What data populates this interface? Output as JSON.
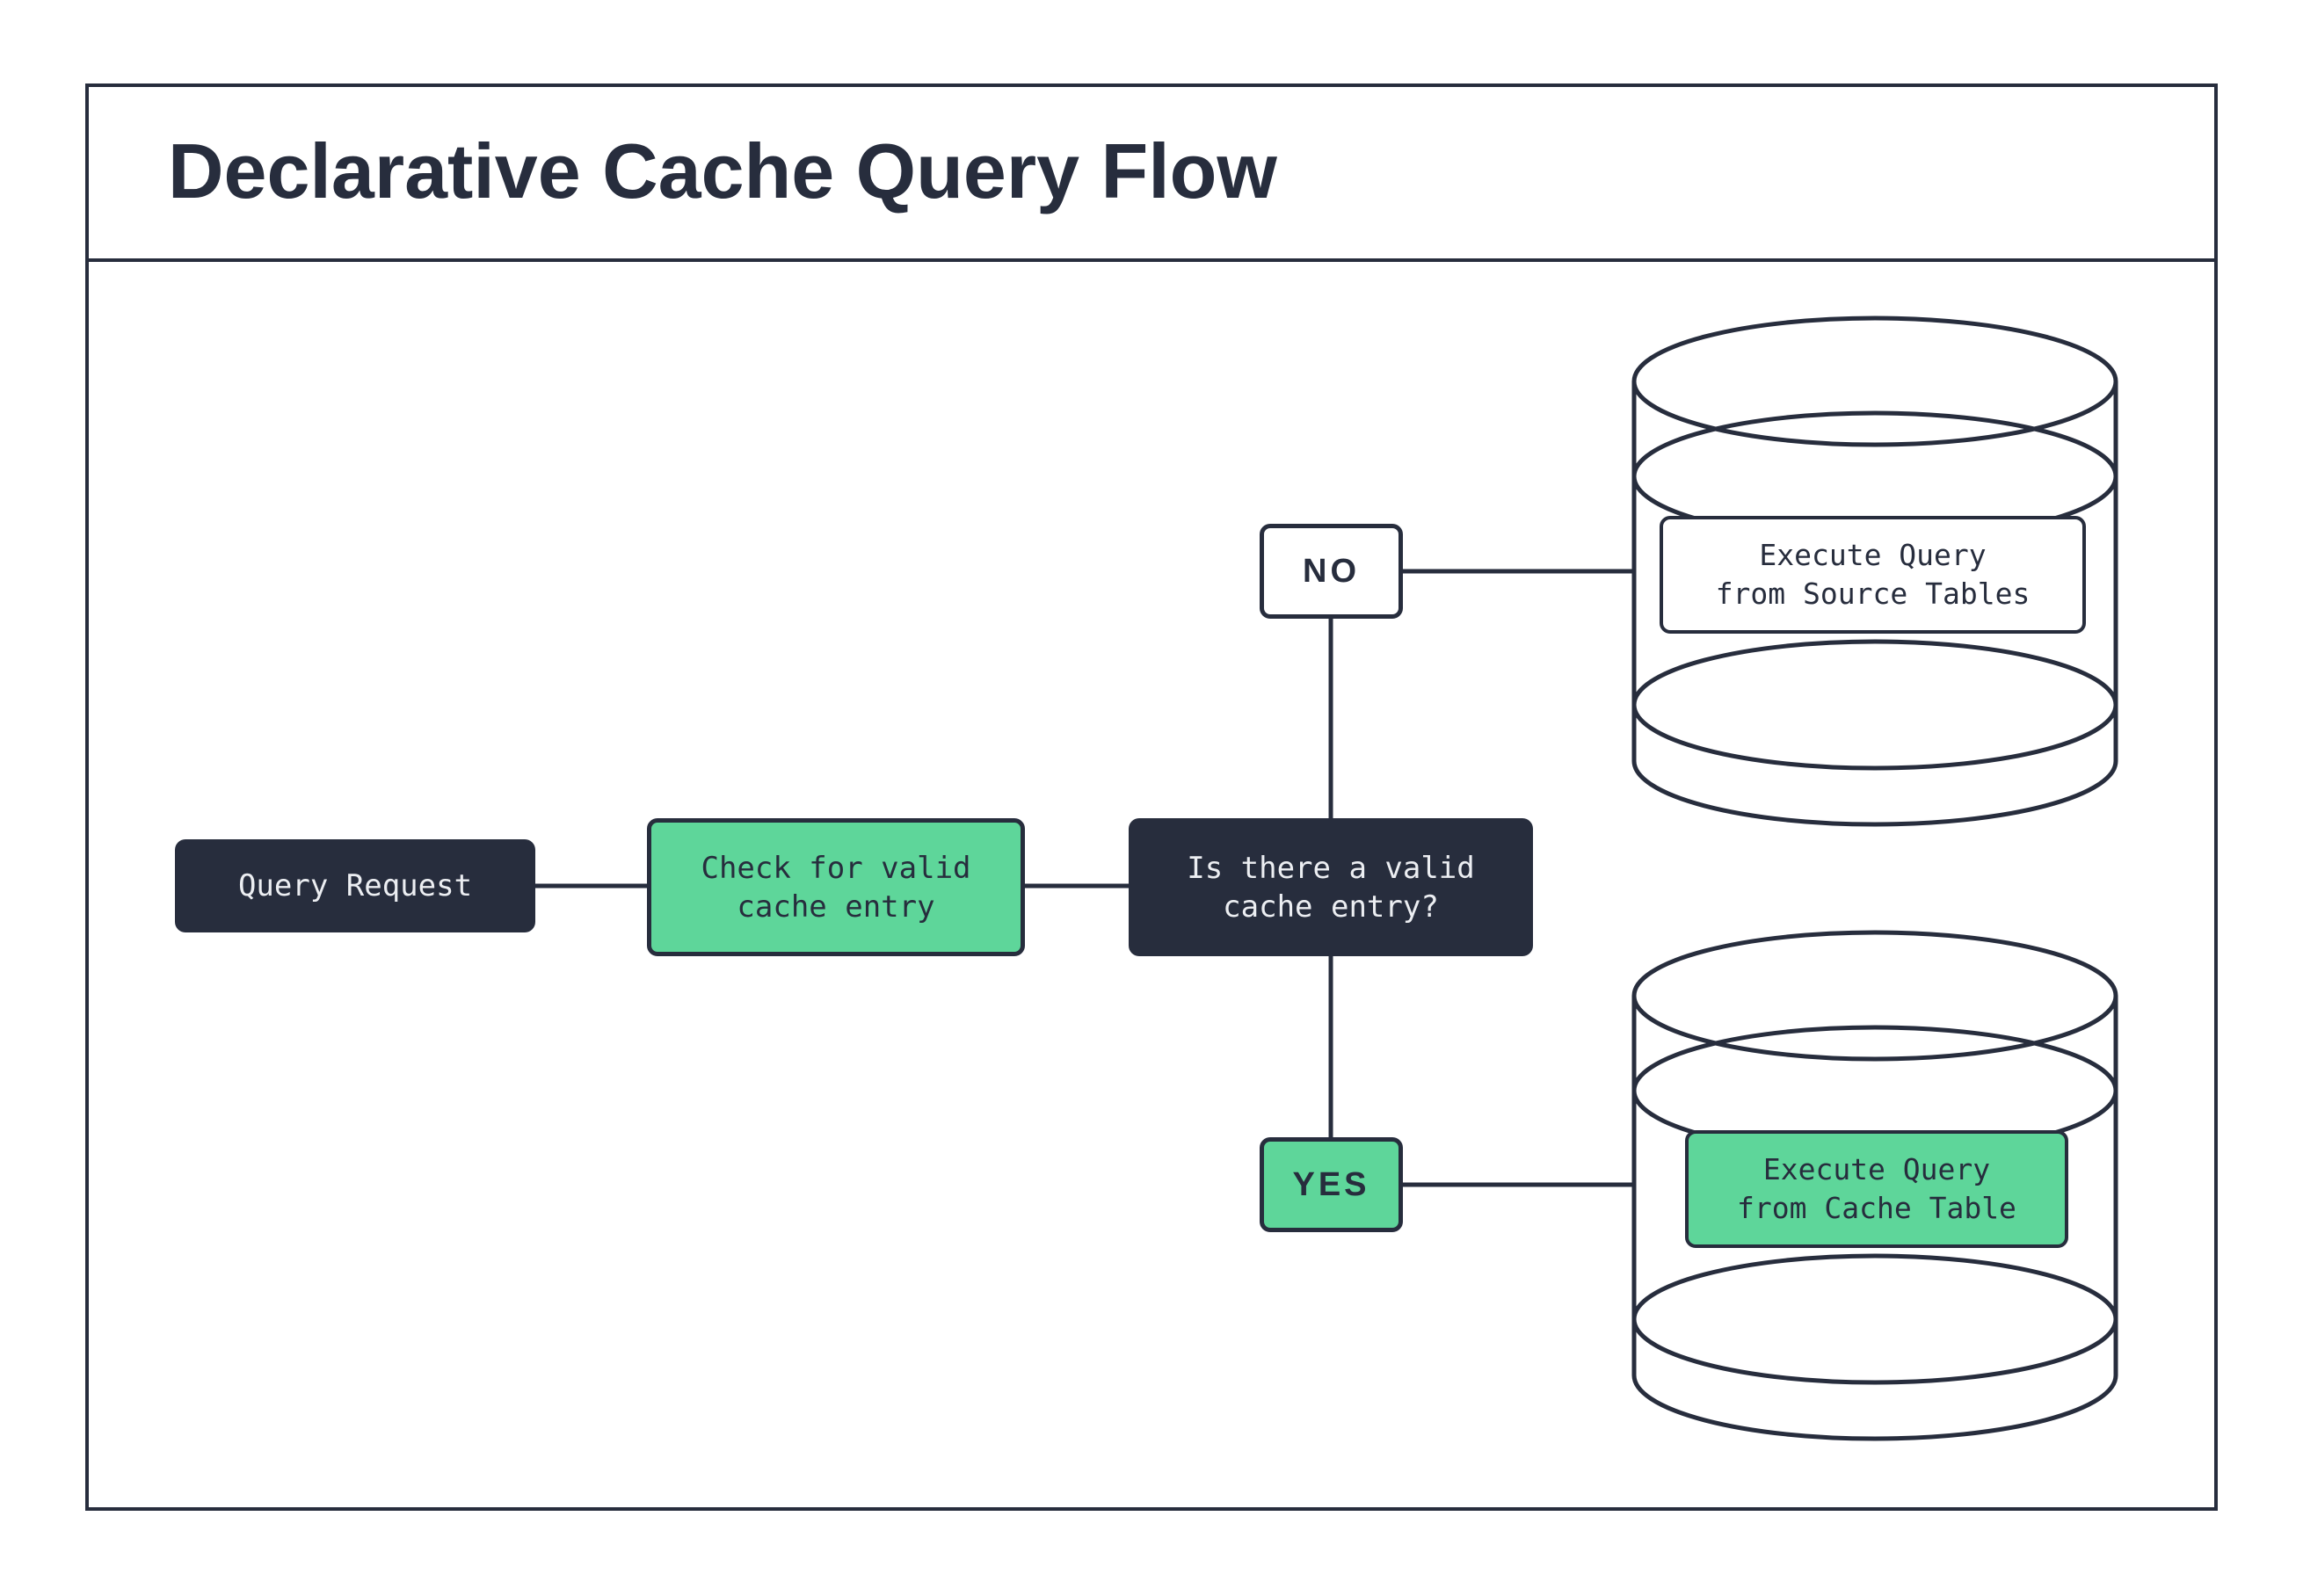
{
  "header": {
    "title": "Declarative Cache Query Flow"
  },
  "colors": {
    "dark_navy": "#272d3d",
    "green": "#5ed69a",
    "light_text": "#eceef2",
    "background": "#ffffff"
  },
  "flow": {
    "query_request": {
      "label": "Query Request"
    },
    "check_cache": {
      "label": "Check for valid\ncache entry"
    },
    "decision": {
      "label": "Is there a valid\ncache entry?"
    },
    "branch_no": {
      "label": "NO"
    },
    "branch_yes": {
      "label": "YES"
    },
    "source_db": {
      "label": "Execute Query\nfrom Source Tables"
    },
    "cache_db": {
      "label": "Execute Query\nfrom Cache Table"
    }
  }
}
